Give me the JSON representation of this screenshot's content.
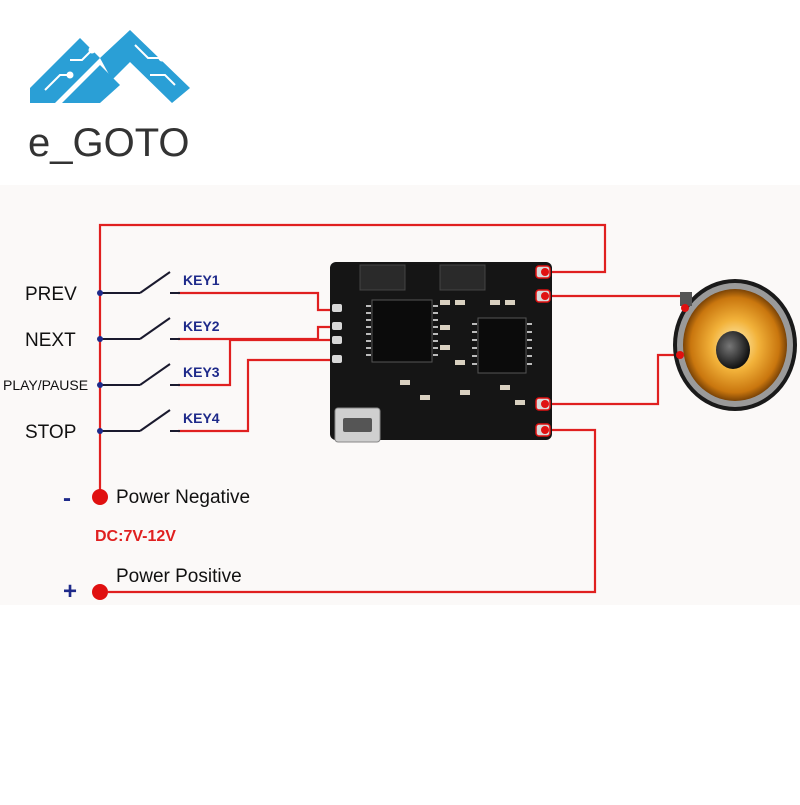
{
  "brand": {
    "name": "e_GOTO",
    "logo_color": "#2a9fd6"
  },
  "switches": [
    {
      "label": "PREV",
      "key": "KEY1"
    },
    {
      "label": "NEXT",
      "key": "KEY2"
    },
    {
      "label": "PLAY/PAUSE",
      "key": "KEY3"
    },
    {
      "label": "STOP",
      "key": "KEY4"
    }
  ],
  "power": {
    "negative_sign": "-",
    "negative_label": "Power Negative",
    "voltage_label": "DC:7V-12V",
    "positive_sign": "+",
    "positive_label": "Power Positive"
  },
  "colors": {
    "wire": "#e02020",
    "key_text": "#1e2a8a",
    "terminal": "#e01010",
    "speaker_cone": "#e8a020",
    "board": "#151515"
  },
  "icons": [
    "logo-icon",
    "pcb-board-icon",
    "speaker-icon",
    "usb-port-icon"
  ]
}
